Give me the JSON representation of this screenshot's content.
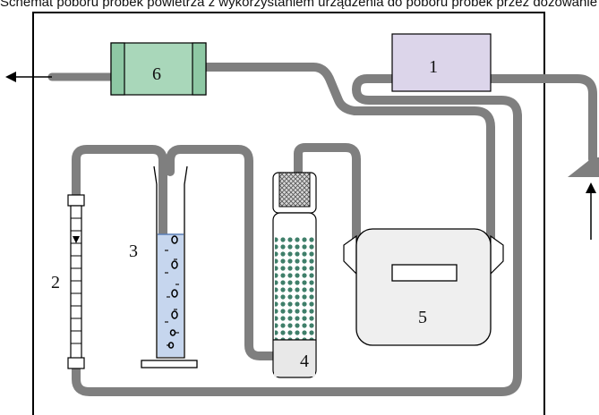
{
  "caption": "Schemat poboru próbek powietrza z wykorzystaniem urządzenia do poboru próbek przez dozowanie i zapiskiem przepływu",
  "components": [
    {
      "id": "1",
      "label": "1"
    },
    {
      "id": "2",
      "label": "2"
    },
    {
      "id": "3",
      "label": "3"
    },
    {
      "id": "4",
      "label": "4"
    },
    {
      "id": "5",
      "label": "5"
    },
    {
      "id": "6",
      "label": "6"
    }
  ],
  "colors": {
    "tube": "#7f7f7f",
    "component_1": "#dcd5ea",
    "component_6": "#a9d7ba",
    "liquid": "#c6d6ee",
    "frame": "#000000"
  }
}
